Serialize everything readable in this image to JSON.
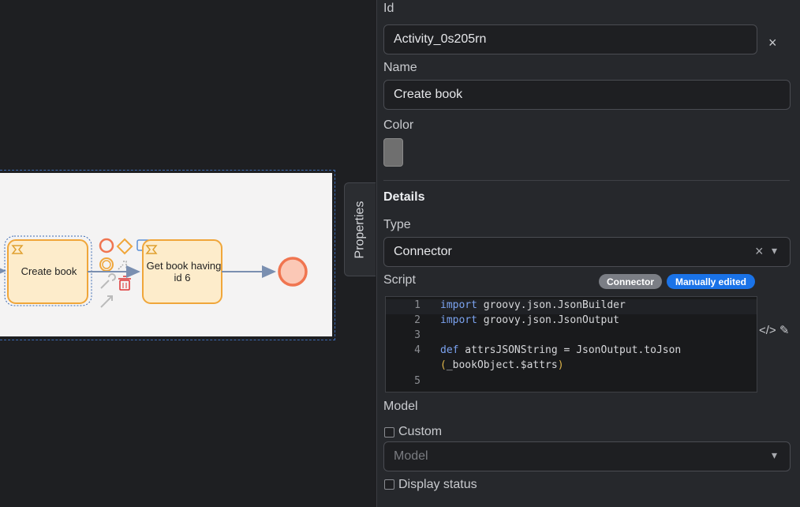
{
  "sidebar_tab": {
    "label": "Properties"
  },
  "diagram": {
    "tasks": [
      {
        "label": "Create book"
      },
      {
        "label_line1": "Get book having",
        "label_line2": "id 6"
      }
    ]
  },
  "properties": {
    "id": {
      "label": "Id",
      "value": "Activity_0s205rn",
      "clear": "×"
    },
    "name": {
      "label": "Name",
      "value": "Create book"
    },
    "color": {
      "label": "Color",
      "value": "#6f6f6f"
    },
    "details": {
      "heading": "Details",
      "type": {
        "label": "Type",
        "value": "Connector",
        "clear": "×",
        "caret": "▾"
      },
      "script": {
        "label": "Script",
        "badge_connector": "Connector",
        "badge_manual": "Manually edited",
        "lines": [
          {
            "n": "1",
            "kw": "import",
            "rest": " groovy.json.JsonBuilder"
          },
          {
            "n": "2",
            "kw": "import",
            "rest": " groovy.json.JsonOutput"
          },
          {
            "n": "3",
            "kw": "",
            "rest": ""
          },
          {
            "n": "4",
            "kw": "def",
            "rest": " attrsJSONString = JsonOutput.toJson"
          },
          {
            "n": "",
            "kw": "",
            "rest": "_bookObject.$attrs"
          },
          {
            "n": "5",
            "kw": "",
            "rest": ""
          }
        ]
      }
    },
    "model": {
      "label": "Model",
      "custom_label": "Custom",
      "select_value": "Model",
      "caret": "▾",
      "display_status_label": "Display status"
    }
  },
  "colors": {
    "accent": "#1a73e8",
    "task_fill": "#fdeccb",
    "task_stroke": "#f0a63a",
    "end_event": "#f07550"
  }
}
